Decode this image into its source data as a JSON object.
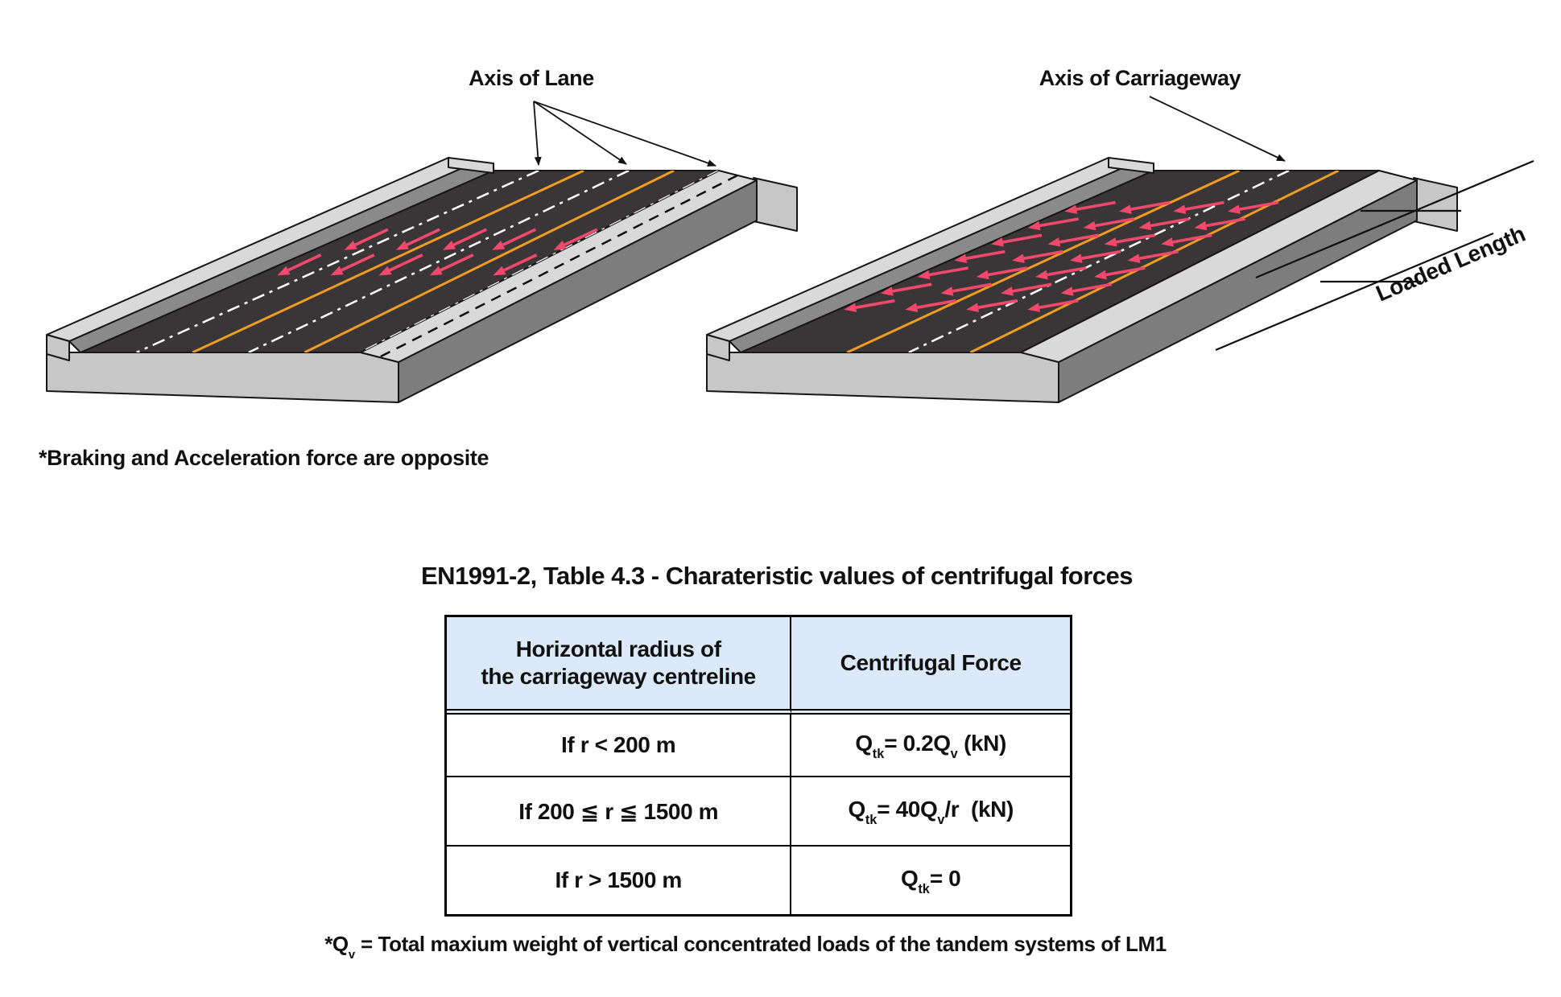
{
  "diagram": {
    "labels": {
      "axis_of_lane": "Axis of Lane",
      "axis_of_carriageway": "Axis of Carriageway",
      "loaded_length": "Loaded Length"
    },
    "note": "*Braking and Acceleration force are opposite",
    "colors": {
      "road": "#3a3637",
      "concrete_light": "#d9d9d9",
      "concrete_mid": "#c7c7c7",
      "inner_gray": "#8a8a8a",
      "side_gray": "#7d7d7d",
      "lane_orange": "#ef9d20",
      "lane_white": "#ffffff",
      "arrow_red": "#f2486c",
      "leader_black": "#111111"
    }
  },
  "table": {
    "title": "EN1991-2, Table 4.3 - Charateristic values of centrifugal forces",
    "header_bg": "#dbe9f8",
    "header": {
      "col1_line1": "Horizontal radius of",
      "col1_line2": "the carriageway centreline",
      "col2": "Centrifugal Force"
    },
    "rows": [
      {
        "radius": "If r < 200 m",
        "force": {
          "q": "Q",
          "sub": "tk",
          "mid": "= 0.2Q",
          "sub2": "v",
          "tail": " (kN)"
        }
      },
      {
        "radius": "If 200 ≦ r ≦ 1500 m",
        "force": {
          "q": "Q",
          "sub": "tk",
          "mid": "= 40Q",
          "sub2": "v",
          "tail": "/r  (kN)"
        }
      },
      {
        "radius": "If r > 1500 m",
        "force": {
          "q": "Q",
          "sub": "tk",
          "mid": "= 0",
          "sub2": "",
          "tail": ""
        }
      }
    ]
  },
  "footnote": {
    "prefix": "*Q",
    "sub": "v",
    "text": " = Total maxium weight of vertical concentrated loads of the tandem systems of LM1"
  }
}
